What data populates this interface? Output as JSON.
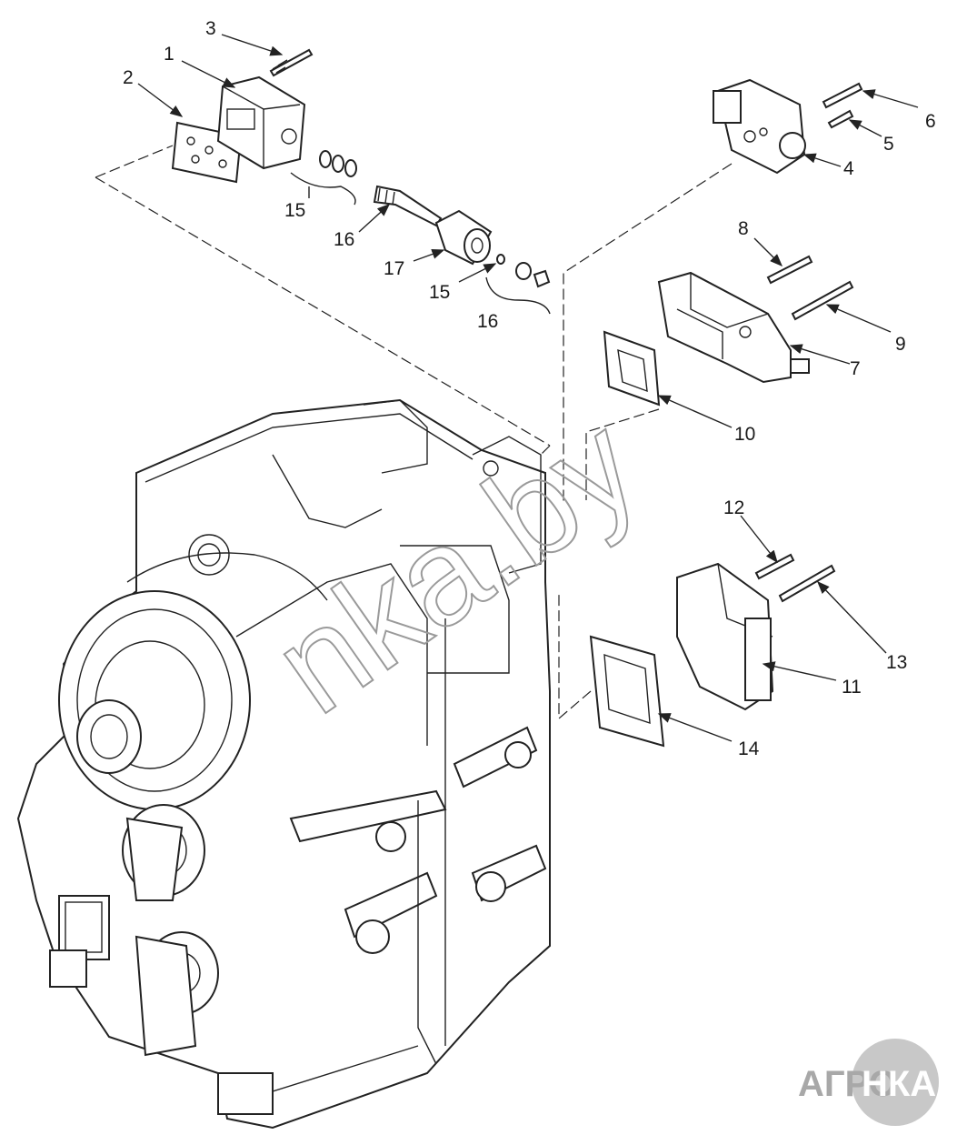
{
  "callouts": {
    "c1": "1",
    "c2": "2",
    "c3": "3",
    "c4": "4",
    "c5": "5",
    "c6": "6",
    "c7": "7",
    "c8": "8",
    "c9": "9",
    "c10": "10",
    "c11": "11",
    "c12": "12",
    "c13": "13",
    "c14": "14",
    "c15a": "15",
    "c15b": "15",
    "c16a": "16",
    "c16b": "16",
    "c17": "17"
  },
  "watermark": "nka.by",
  "logo": {
    "left": "АГРО",
    "right": "НКА"
  }
}
